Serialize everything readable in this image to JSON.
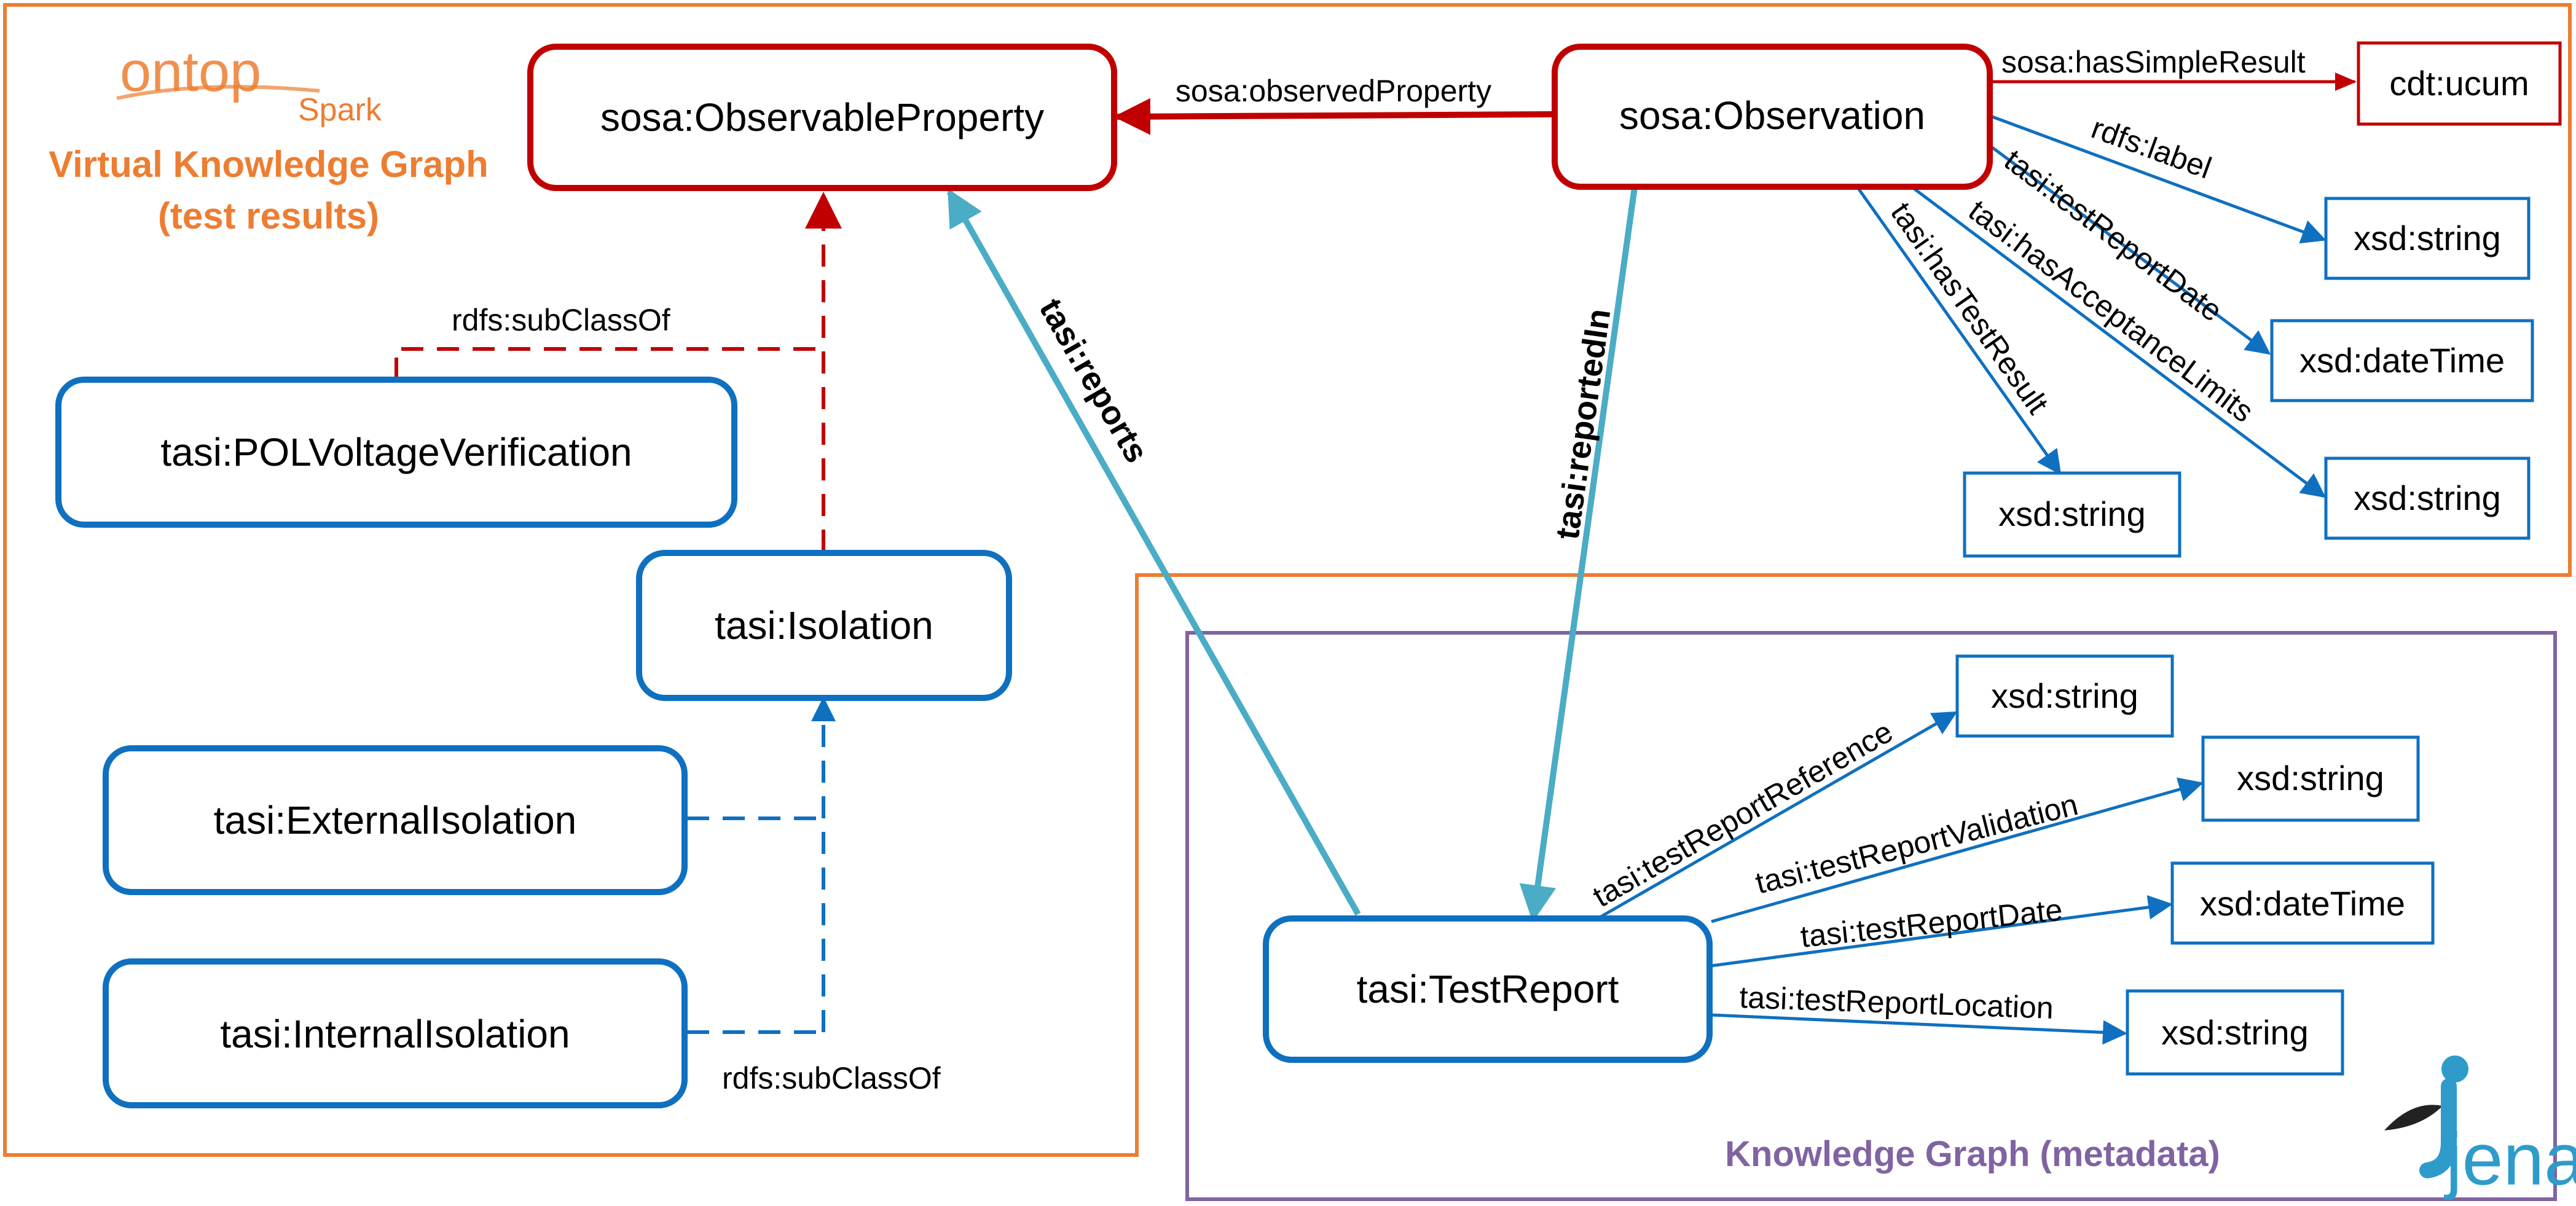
{
  "regions": {
    "vkg": {
      "title": "Virtual Knowledge Graph",
      "subtitle": "(test results)",
      "color": "#ED7D31"
    },
    "kg": {
      "title": "Knowledge Graph (metadata)",
      "color": "#8064A2"
    }
  },
  "logos": {
    "ontop": {
      "text": "ontop",
      "sub": "Spark",
      "color": "#ED7D31"
    },
    "jena": {
      "text": "jena",
      "color": "#2E9BCB"
    }
  },
  "colors": {
    "red": "#C00000",
    "blue": "#0F70C0",
    "teal": "#4BACC6",
    "orange": "#ED7D31",
    "purple": "#8064A2"
  },
  "nodes": {
    "observable_property": "sosa:ObservableProperty",
    "observation": "sosa:Observation",
    "pol_voltage": "tasi:POLVoltageVerification",
    "isolation": "tasi:Isolation",
    "external_isolation": "tasi:ExternalIsolation",
    "internal_isolation": "tasi:InternalIsolation",
    "test_report": "tasi:TestReport"
  },
  "literals": {
    "ucum": "cdt:ucum",
    "obs_label": "xsd:string",
    "obs_date": "xsd:dateTime",
    "obs_limits": "xsd:string",
    "obs_result": "xsd:string",
    "tr_reference": "xsd:string",
    "tr_validation": "xsd:string",
    "tr_date": "xsd:dateTime",
    "tr_location": "xsd:string"
  },
  "edges": {
    "observed_property": "sosa:observedProperty",
    "has_simple_result": "sosa:hasSimpleResult",
    "label": "rdfs:label",
    "test_report_date_obs": "tasi:testReportDate",
    "has_acceptance_limits": "tasi:hasAcceptanceLimits",
    "has_test_result": "tasi:hasTestResult",
    "reported_in": "tasi:reportedIn",
    "reports": "tasi:reports",
    "subclass_top": "rdfs:subClassOf",
    "subclass_bottom": "rdfs:subClassOf",
    "tr_reference": "tasi:testReportReference",
    "tr_validation": "tasi:testReportValidation",
    "tr_date": "tasi:testReportDate",
    "tr_location": "tasi:testReportLocation"
  }
}
